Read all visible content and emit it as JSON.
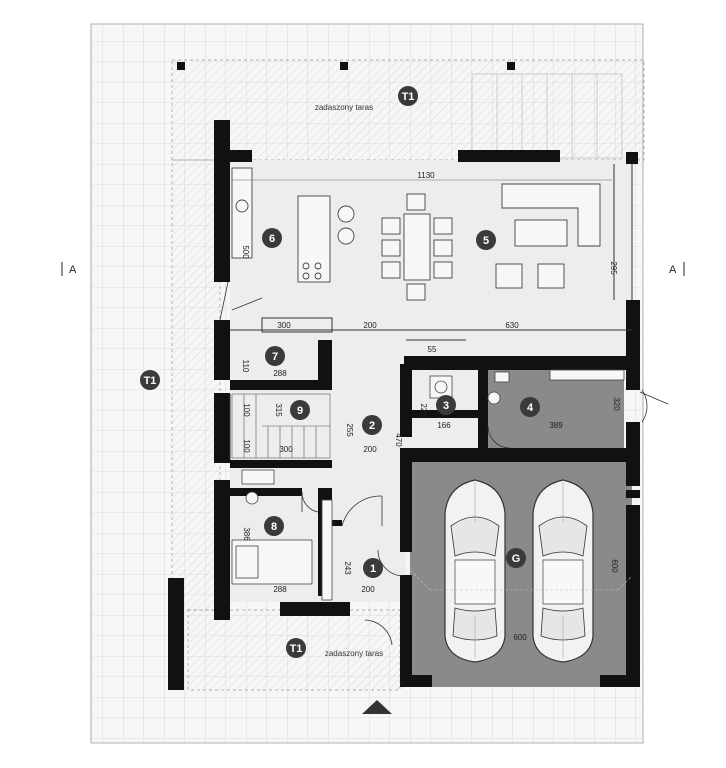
{
  "colors": {
    "wall": "#111111",
    "floor": "#ededed",
    "garage": "#8a8a8a",
    "terrace": "#f6f6f6",
    "grid": "#c9c9c9",
    "badge": "#3a3a3a"
  },
  "terrace_label": "zadaszony taras",
  "terrace_code": "T1",
  "section_mark": "A",
  "rooms": {
    "r1": "1",
    "r2": "2",
    "r3": "3",
    "r4": "4",
    "r5": "5",
    "r6": "6",
    "r7": "7",
    "r8": "8",
    "r9": "9",
    "garage": "G"
  },
  "dims": {
    "d1130": "1130",
    "d300_kitchen": "300",
    "d200_top": "200",
    "d630": "630",
    "d295": "295",
    "d500": "500",
    "d110": "110",
    "d288_a": "288",
    "d55": "55",
    "d225": "225",
    "d166": "166",
    "d320": "320",
    "d389": "389",
    "d100_a": "100",
    "d315": "315",
    "d100_b": "100",
    "d300_stair": "300",
    "d255": "255",
    "d200_hall": "200",
    "d470": "470",
    "d386": "386",
    "d288_b": "288",
    "d243": "243",
    "d200_entry": "200",
    "d600_v": "600",
    "d600_h": "600"
  }
}
